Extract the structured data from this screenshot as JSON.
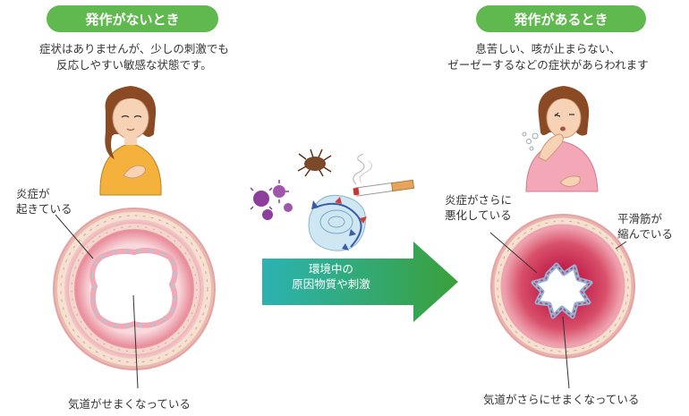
{
  "left_panel": {
    "title": "発作がないとき",
    "description_line1": "症状はありませんが、少しの刺激でも",
    "description_line2": "反応しやすい敏感な状態です。",
    "label_inflammation_line1": "炎症が",
    "label_inflammation_line2": "起きている",
    "label_airway": "気道がせまくなっている"
  },
  "right_panel": {
    "title": "発作があるとき",
    "description_line1": "息苦しい、咳が止まらない、",
    "description_line2": "ゼーゼーするなどの症状があらわれます",
    "label_worse_line1": "炎症がさらに",
    "label_worse_line2": "悪化している",
    "label_muscle_line1": "平滑筋が",
    "label_muscle_line2": "縮んでいる",
    "label_airway": "気道がさらにせまくなっている"
  },
  "arrow": {
    "label_line1": "環境中の",
    "label_line2": "原因物質や刺激"
  },
  "colors": {
    "title_green": "#5fb94e",
    "arrow_start": "#2bb3b3",
    "arrow_end": "#3aa03a",
    "airway_red": "#d8506a",
    "airway_pink": "#f3c6cc"
  }
}
